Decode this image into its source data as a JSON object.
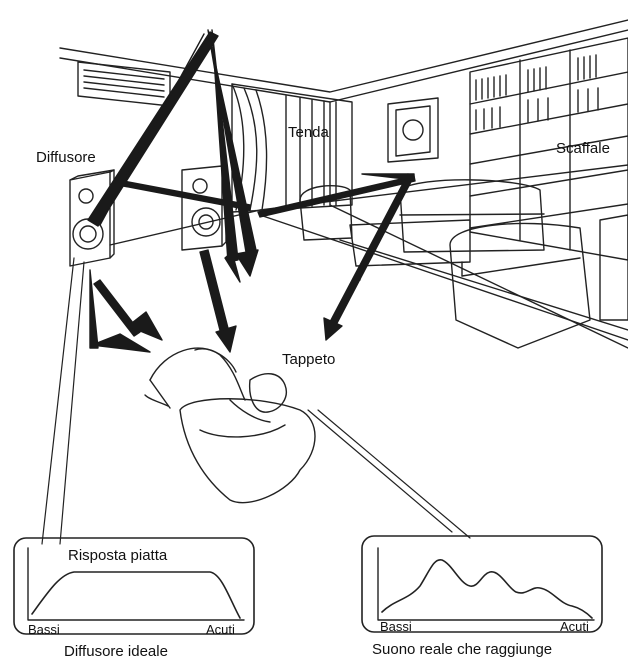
{
  "labels": {
    "speaker": "Diffusore",
    "curtain": "Tenda",
    "shelf": "Scaffale",
    "carpet": "Tappeto"
  },
  "ideal_panel": {
    "curve_label": "Risposta piatta",
    "low": "Bassi",
    "high": "Acuti",
    "caption": "Diffusore ideale"
  },
  "real_panel": {
    "low": "Bassi",
    "high": "Acuti",
    "caption": "Suono reale che raggiunge"
  },
  "colors": {
    "ink": "#111111",
    "paper": "#ffffff",
    "arrow": "#1a1a1a"
  }
}
